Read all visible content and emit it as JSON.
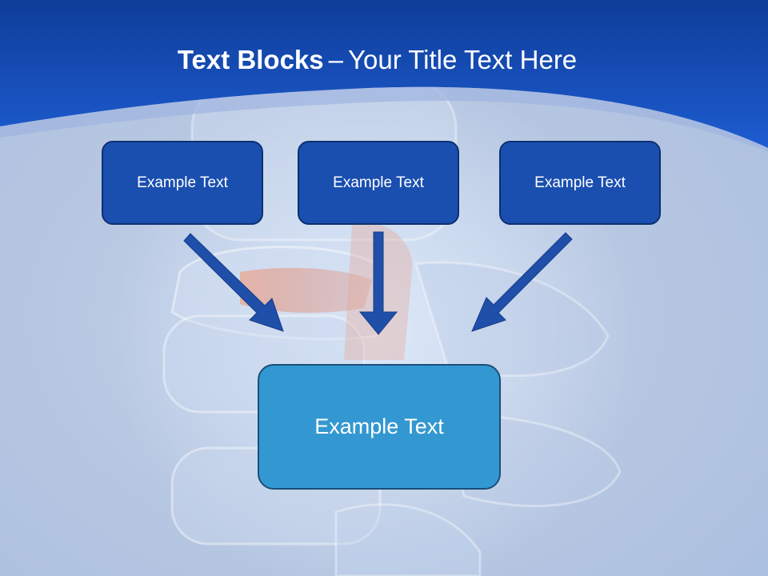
{
  "slide": {
    "title_bold": "Text Blocks",
    "title_separator": "–",
    "title_rest": "Your Title Text Here"
  },
  "boxes": {
    "left": "Example Text",
    "center": "Example Text",
    "right": "Example Text",
    "main": "Example Text"
  },
  "colors": {
    "header_blue": "#1a52c4",
    "box_blue": "#1a4fb0",
    "main_box_blue": "#3398d1",
    "arrow_blue": "#1f4fa8"
  }
}
